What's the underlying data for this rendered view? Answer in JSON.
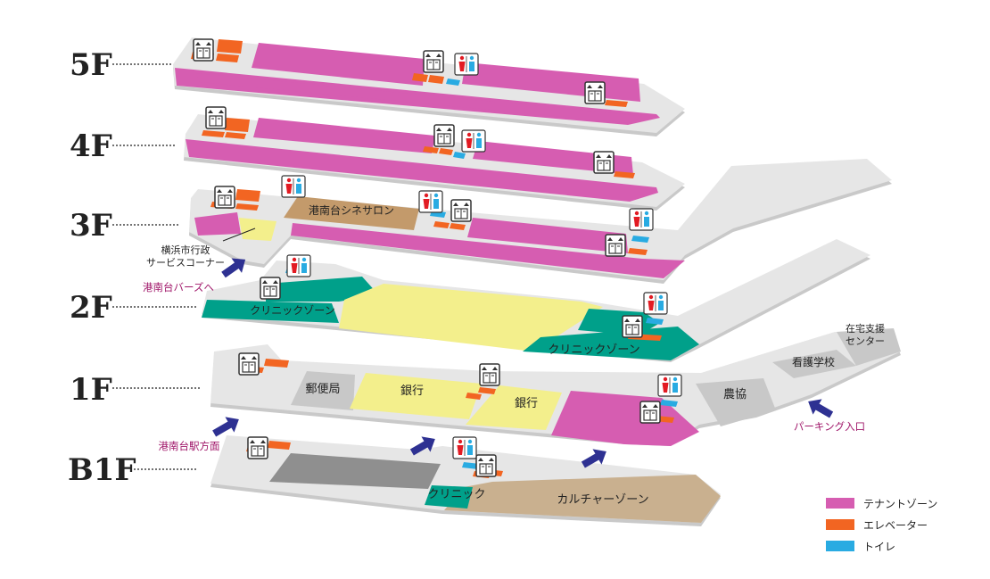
{
  "floors": [
    {
      "id": "5F",
      "label": "5F"
    },
    {
      "id": "4F",
      "label": "4F"
    },
    {
      "id": "3F",
      "label": "3F"
    },
    {
      "id": "2F",
      "label": "2F"
    },
    {
      "id": "1F",
      "label": "1F"
    },
    {
      "id": "B1F",
      "label": "B1F"
    }
  ],
  "zones": {
    "cine_salon": "港南台シネサロン",
    "city_office": "横浜市行政\nサービスコーナー",
    "clinic_2f_left": "クリニックゾーン",
    "clinic_2f_right": "クリニックゾーン",
    "post_office": "郵便局",
    "bank_1": "銀行",
    "bank_2": "銀行",
    "nokyo": "農協",
    "nursing_school": "看護学校",
    "home_support": "在宅支援\nセンター",
    "clinic_b1": "クリニック",
    "culture_zone": "カルチャーゾーン"
  },
  "directions": {
    "to_bars": "港南台バーズへ",
    "to_station": "港南台駅方面",
    "parking": "パーキング入口"
  },
  "legend": [
    {
      "label": "テナントゾーン",
      "color": "#d65db1"
    },
    {
      "label": "エレベーター",
      "color": "#f26522"
    },
    {
      "label": "トイレ",
      "color": "#29abe2"
    }
  ],
  "colors": {
    "floor": "#e6e6e6",
    "floor_edge": "#c9c9c9",
    "tenant": "#d65db1",
    "elevator": "#f26522",
    "toilet": "#29abe2",
    "clinic": "#00a08a",
    "bank": "#f3ef8c",
    "gray_zone": "#c8c8c8",
    "dark_gray": "#8f8f8f",
    "culture": "#c9b08f",
    "cine": "#c39a6b",
    "arrow": "#2e3192",
    "magenta_text": "#a0176a"
  },
  "icons": [
    "elevator-icon",
    "toilet-icon",
    "direction-arrow-icon"
  ]
}
